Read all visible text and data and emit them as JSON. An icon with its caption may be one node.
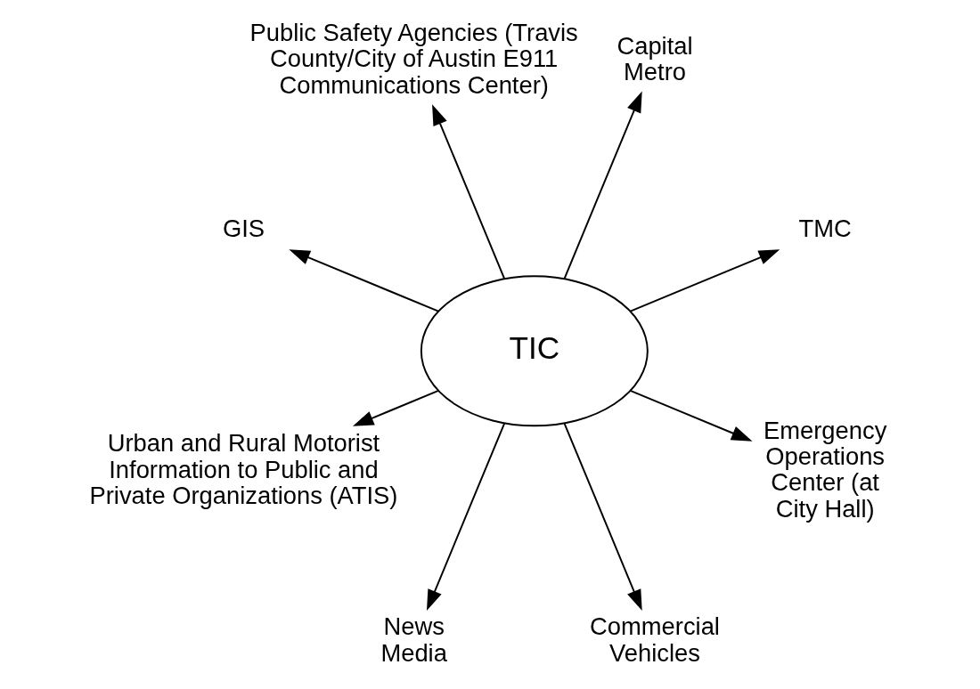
{
  "diagram": {
    "nodes": [
      {
        "text": [
          "TIC"
        ]
      },
      {
        "text": [
          "TMC"
        ]
      },
      {
        "text": [
          "Capital Metro"
        ]
      },
      {
        "text": [
          "Public Safety Agencies (Travis County/City of Austin E911 Communications Center)"
        ]
      },
      {
        "text": [
          "GIS"
        ]
      },
      {
        "text": [
          "Urban and Rural Motorist Information to Public and Private Organizations (ATIS)"
        ]
      },
      {
        "text": [
          "News Media"
        ]
      },
      {
        "text": [
          "Commercial Vehicles"
        ]
      },
      {
        "text": [
          "Emergency Operations Center (at City Hall)"
        ]
      }
    ],
    "edges": [
      {
        "from": 0,
        "to": 1,
        "arrow": "to"
      },
      {
        "from": 0,
        "to": 3,
        "arrow": "to"
      },
      {
        "from": 0,
        "to": 5,
        "arrow": "to"
      },
      {
        "from": 0,
        "to": 7,
        "arrow": "to"
      },
      {
        "from": 0,
        "to": 8,
        "arrow": "to"
      },
      {
        "from": 0,
        "to": 6,
        "arrow": "to"
      },
      {
        "from": 0,
        "to": 4,
        "arrow": "to"
      },
      {
        "from": 0,
        "to": 2,
        "arrow": "to"
      }
    ]
  }
}
